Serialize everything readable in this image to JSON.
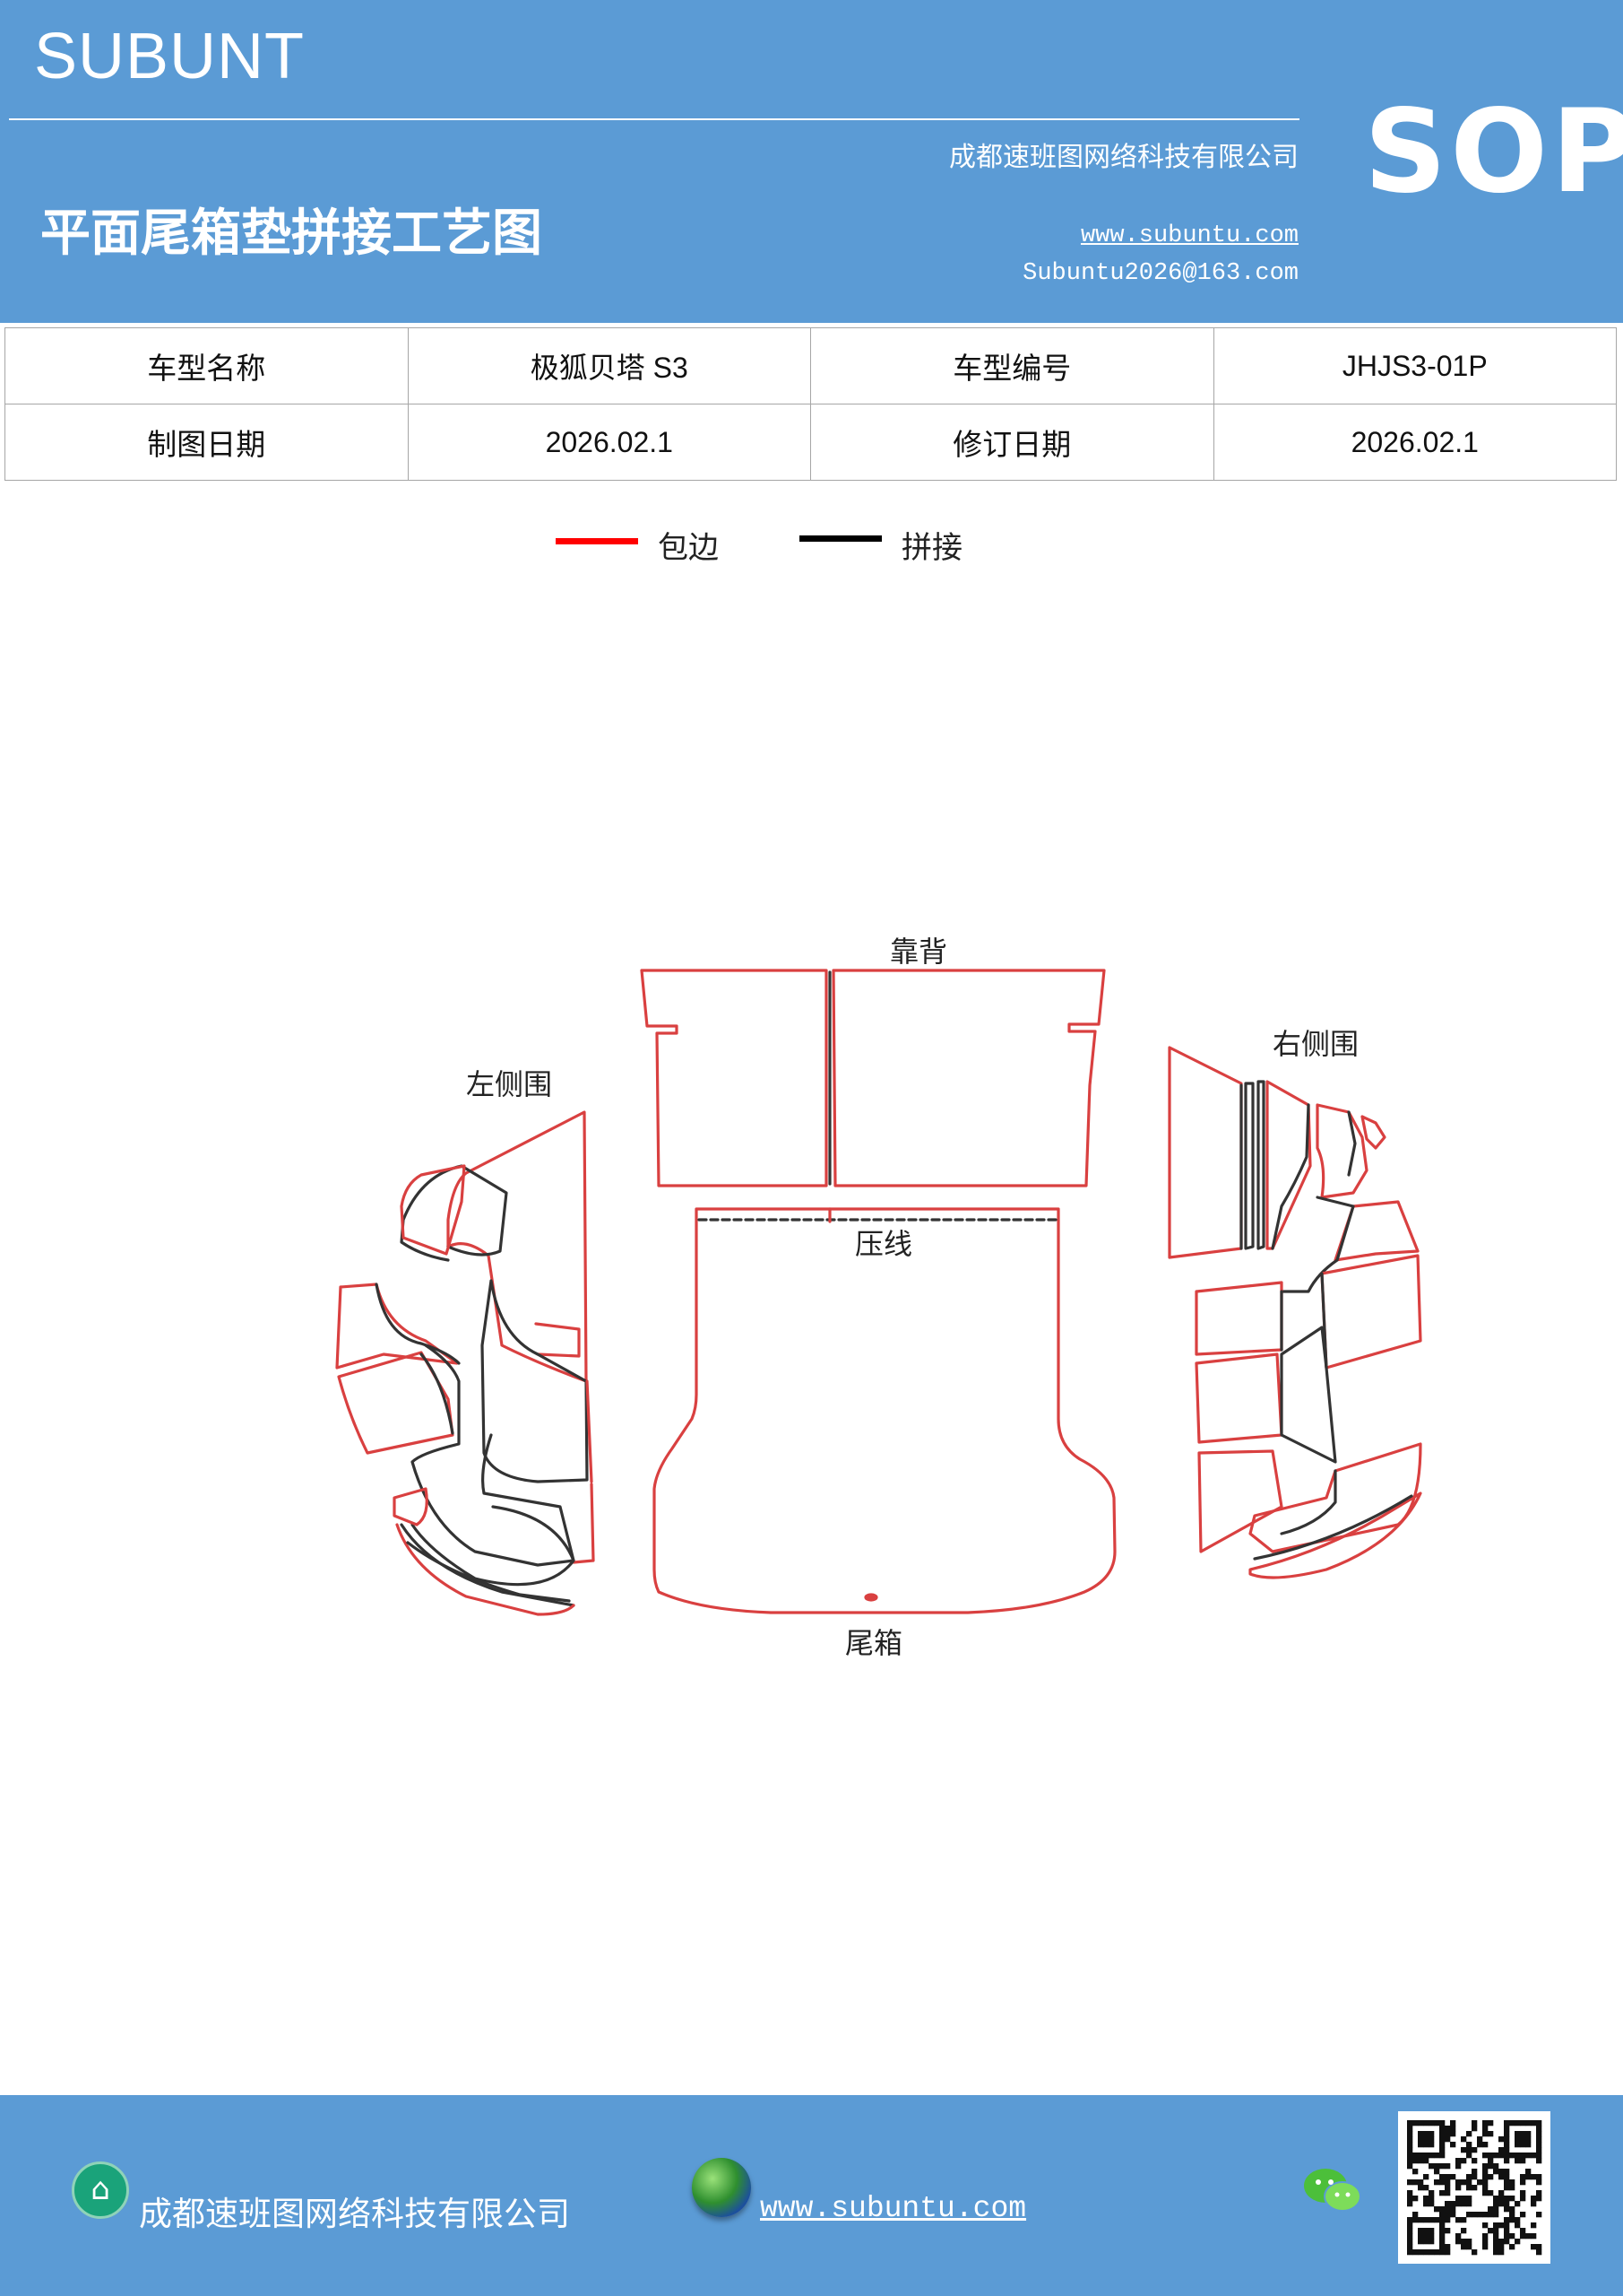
{
  "header": {
    "brand": "SUBUNT",
    "company": "成都速班图网络科技有限公司",
    "title": "平面尾箱垫拼接工艺图",
    "website": "www.subuntu.com",
    "email": "Subuntu2026@163.com",
    "badge": "SOP"
  },
  "info_table": {
    "rows": [
      {
        "label1": "车型名称",
        "value1": "极狐贝塔 S3",
        "label2": "车型编号",
        "value2": "JHJS3-01P"
      },
      {
        "label1": "制图日期",
        "value1": "2026.02.1",
        "label2": "修订日期",
        "value2": "2026.02.1"
      }
    ]
  },
  "legend": {
    "items": [
      {
        "label": "包边",
        "color": "#ff0000"
      },
      {
        "label": "拼接",
        "color": "#000000"
      }
    ]
  },
  "diagram": {
    "parts": {
      "backrest": "靠背",
      "left_side": "左侧围",
      "right_side": "右侧围",
      "trunk": "尾箱",
      "press_line": "压线"
    },
    "colors": {
      "edge": "#d94040",
      "splice": "#333333"
    }
  },
  "footer": {
    "company": "成都速班图网络科技有限公司",
    "website": "www.subuntu.com",
    "icons": [
      "building-icon",
      "globe-icon",
      "wechat-icon",
      "qr-code"
    ]
  }
}
